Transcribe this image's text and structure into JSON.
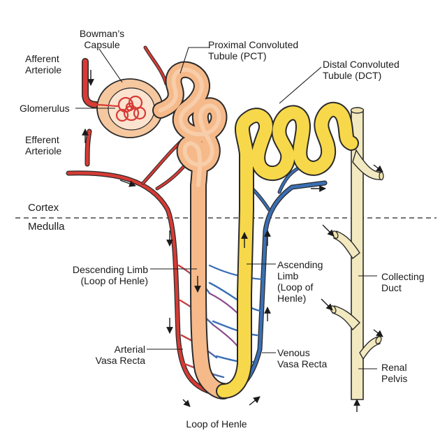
{
  "labels": {
    "bowmans_capsule": {
      "l1": "Bowman’s",
      "l2": "Capsule"
    },
    "afferent_arteriole": {
      "l1": "Afferent",
      "l2": "Arteriole"
    },
    "glomerulus": {
      "l1": "Glomerulus"
    },
    "efferent_arteriole": {
      "l1": "Efferent",
      "l2": "Arteriole"
    },
    "pct": {
      "l1": "Proximal Convoluted",
      "l2": "Tubule (PCT)"
    },
    "dct": {
      "l1": "Distal Convoluted",
      "l2": "Tubule (DCT)"
    },
    "cortex": {
      "l1": "Cortex"
    },
    "medulla": {
      "l1": "Medulla"
    },
    "descending_limb": {
      "l1": "Descending Limb",
      "l2": "(Loop of Henle)"
    },
    "ascending_limb": {
      "l1": "Ascending",
      "l2": "Limb",
      "l3": "(Loop of",
      "l4": "Henle)"
    },
    "collecting_duct": {
      "l1": "Collecting",
      "l2": "Duct"
    },
    "arterial_vasa_recta": {
      "l1": "Arterial",
      "l2": "Vasa Recta"
    },
    "venous_vasa_recta": {
      "l1": "Venous",
      "l2": "Vasa Recta"
    },
    "renal_pelvis": {
      "l1": "Renal",
      "l2": "Pelvis"
    },
    "loop_of_henle": {
      "l1": "Loop of Henle"
    }
  },
  "colors": {
    "artery": "#d63b35",
    "vein": "#3a6fb5",
    "proximal_tubule": "#f5b98a",
    "distal_tubule": "#f7d84a",
    "collecting_duct": "#f3e9c0",
    "capsule": "#f6c8a0",
    "outline": "#2a2a2a"
  }
}
